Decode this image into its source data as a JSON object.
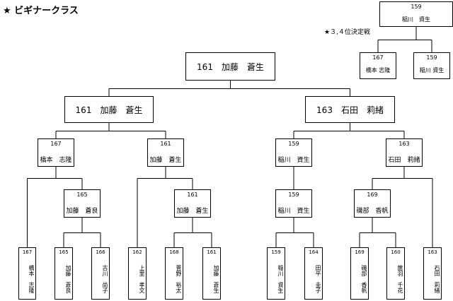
{
  "header": {
    "title": "★ ビギナークラス"
  },
  "note": "★３,４位決定戦",
  "nodes": [
    {
      "id": "third-final",
      "size": "sml",
      "box": "159",
      "label": "稲川　資生"
    },
    {
      "id": "third-a",
      "size": "sml",
      "box": "167",
      "label": "橋本 志隆"
    },
    {
      "id": "third-b",
      "size": "sml",
      "box": "159",
      "label": "稲川 資生"
    },
    {
      "id": "final",
      "size": "big",
      "box": "",
      "label": "161　加藤　蒼生"
    },
    {
      "id": "semi-left",
      "size": "big",
      "box": "",
      "label": "161　加藤　蒼生"
    },
    {
      "id": "semi-right",
      "size": "big",
      "box": "",
      "label": "163　石田　莉緒"
    },
    {
      "id": "qf1",
      "size": "med",
      "box": "167",
      "label": "橋本　志隆"
    },
    {
      "id": "qf2",
      "size": "med",
      "box": "161",
      "label": "加藤　蒼生"
    },
    {
      "id": "qf3",
      "size": "med",
      "box": "159",
      "label": "稲川　資生"
    },
    {
      "id": "qf4",
      "size": "med",
      "box": "163",
      "label": "石田　莉緒"
    },
    {
      "id": "r1a",
      "size": "med",
      "box": "165",
      "label": "加藤　蒼良"
    },
    {
      "id": "r1b",
      "size": "med",
      "box": "161",
      "label": "加藤　蒼生"
    },
    {
      "id": "r1c",
      "size": "med",
      "box": "159",
      "label": "稲川　資生"
    },
    {
      "id": "r1d",
      "size": "med",
      "box": "169",
      "label": "磯部　香帆"
    },
    {
      "id": "p1",
      "size": "leaf",
      "box": "167",
      "label": "橋本　志隆"
    },
    {
      "id": "p2",
      "size": "leaf",
      "box": "165",
      "label": "加藤　蒼良"
    },
    {
      "id": "p3",
      "size": "leaf",
      "box": "166",
      "label": "古川　尚子"
    },
    {
      "id": "p4",
      "size": "leaf",
      "box": "162",
      "label": "上里　孝文"
    },
    {
      "id": "p5",
      "size": "leaf",
      "box": "168",
      "label": "菅野　裕太"
    },
    {
      "id": "p6",
      "size": "leaf",
      "box": "161",
      "label": "加藤　蒼生"
    },
    {
      "id": "p7",
      "size": "leaf",
      "box": "159",
      "label": "稲川　資生"
    },
    {
      "id": "p8",
      "size": "leaf",
      "box": "164",
      "label": "田平　圭子"
    },
    {
      "id": "p9",
      "size": "leaf",
      "box": "169",
      "label": "磯部　香帆"
    },
    {
      "id": "p10",
      "size": "leaf",
      "box": "160",
      "label": "篋羽　千花"
    },
    {
      "id": "p11",
      "size": "leaf",
      "box": "163",
      "label": "石田　莉緒"
    }
  ],
  "links": [
    [
      "third-final",
      [
        "third-a",
        "third-b"
      ]
    ],
    [
      "final",
      [
        "semi-left",
        "semi-right"
      ]
    ],
    [
      "semi-left",
      [
        "qf1",
        "qf2"
      ]
    ],
    [
      "semi-right",
      [
        "qf3",
        "qf4"
      ]
    ],
    [
      "qf1",
      [
        "p1",
        "r1a"
      ]
    ],
    [
      "r1a",
      [
        "p2",
        "p3"
      ]
    ],
    [
      "qf2",
      [
        "p4",
        "r1b"
      ]
    ],
    [
      "r1b",
      [
        "p5",
        "p6"
      ]
    ],
    [
      "qf3",
      [
        "r1c"
      ]
    ],
    [
      "r1c",
      [
        "p7",
        "p8"
      ]
    ],
    [
      "qf4",
      [
        "r1d",
        "p11"
      ]
    ],
    [
      "r1d",
      [
        "p9",
        "p10"
      ]
    ]
  ]
}
